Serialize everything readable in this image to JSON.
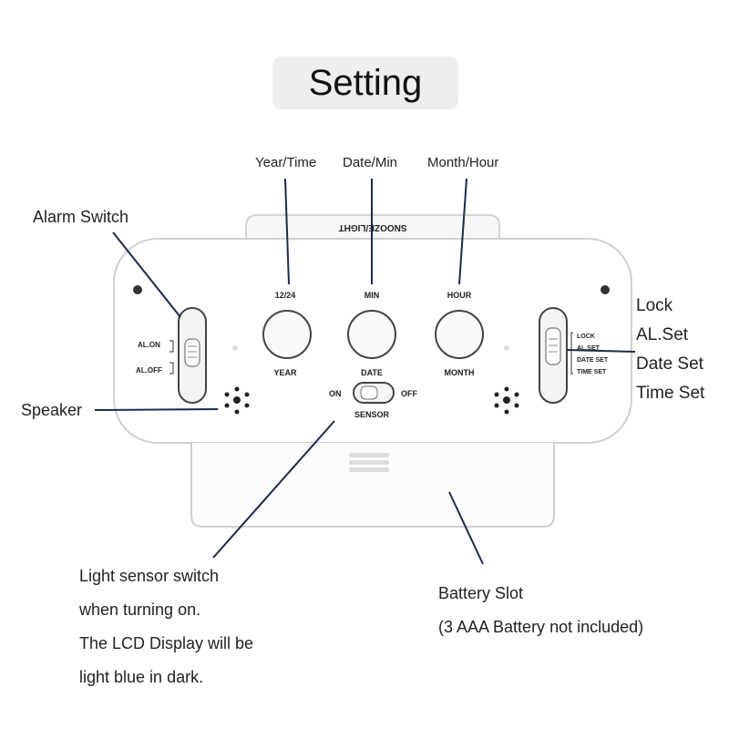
{
  "title": "Setting",
  "top_labels": {
    "year_time": "Year/Time",
    "date_min": "Date/Min",
    "month_hour": "Month/Hour"
  },
  "left_labels": {
    "alarm_switch": "Alarm Switch",
    "speaker": "Speaker"
  },
  "right_labels": {
    "lock": "Lock",
    "al_set": "AL.Set",
    "date_set": "Date Set",
    "time_set": "Time Set"
  },
  "bottom_left": {
    "line1": "Light sensor switch",
    "line2": "when turning on.",
    "line3": "The LCD Display will be",
    "line4": "light blue in dark."
  },
  "bottom_right": {
    "line1": "Battery Slot",
    "line2": "(3 AAA Battery not included)"
  },
  "device": {
    "brand_text": "SNOOZE/LIGHT",
    "btn_top": [
      "12/24",
      "MIN",
      "HOUR"
    ],
    "btn_bottom": [
      "YEAR",
      "DATE",
      "MONTH"
    ],
    "alarm_on": "AL.ON",
    "alarm_off": "AL.OFF",
    "sensor_on": "ON",
    "sensor_off": "OFF",
    "sensor_label": "SENSOR",
    "mode_lock": "LOCK",
    "mode_alset": "AL.SET",
    "mode_dateset": "DATE SET",
    "mode_timeset": "TIME SET"
  },
  "colors": {
    "leader_line": "#1f2a4a",
    "device_body": "#ffffff",
    "device_edge": "#cfcfcf",
    "title_bg": "#eeeeee"
  }
}
